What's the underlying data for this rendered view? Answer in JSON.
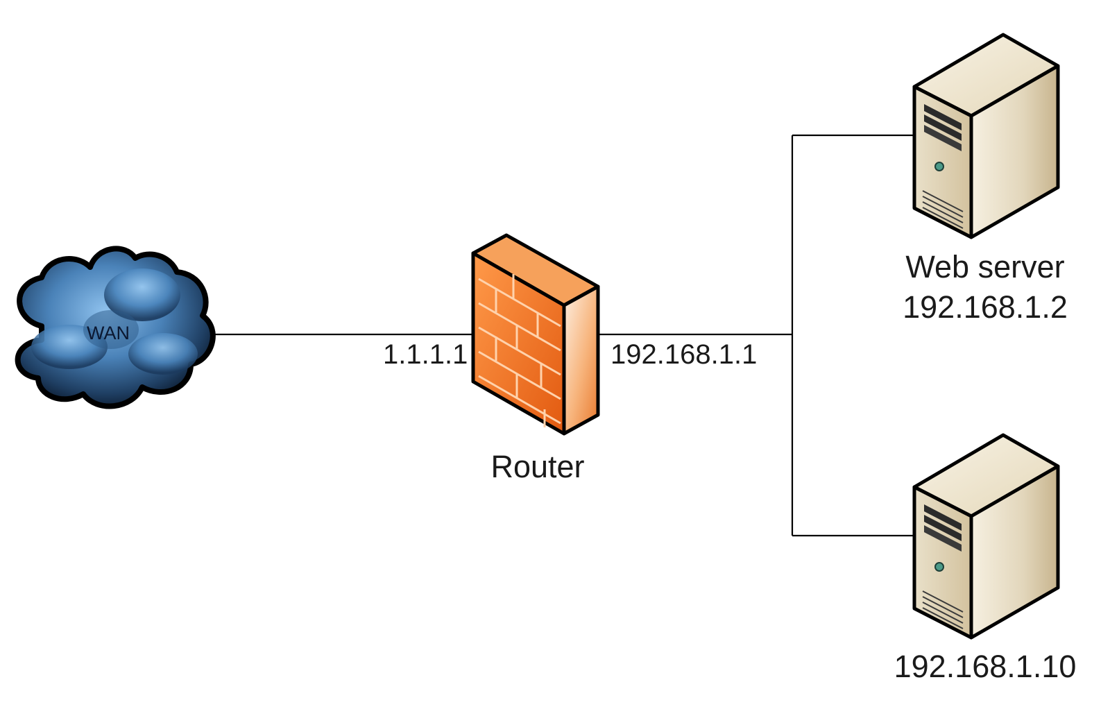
{
  "diagram": {
    "wan": {
      "label": "WAN"
    },
    "router": {
      "label": "Router",
      "wan_ip": "1.1.1.1",
      "lan_ip": "192.168.1.1"
    },
    "web_server": {
      "label": "Web server",
      "ip": "192.168.1.2"
    },
    "host": {
      "ip": "192.168.1.10"
    }
  },
  "colors": {
    "cloud": "#3a6f9f",
    "firewall": "#f07a2a",
    "server": "#e2d6bd"
  },
  "icons": [
    "cloud-icon",
    "firewall-icon",
    "server-icon"
  ]
}
